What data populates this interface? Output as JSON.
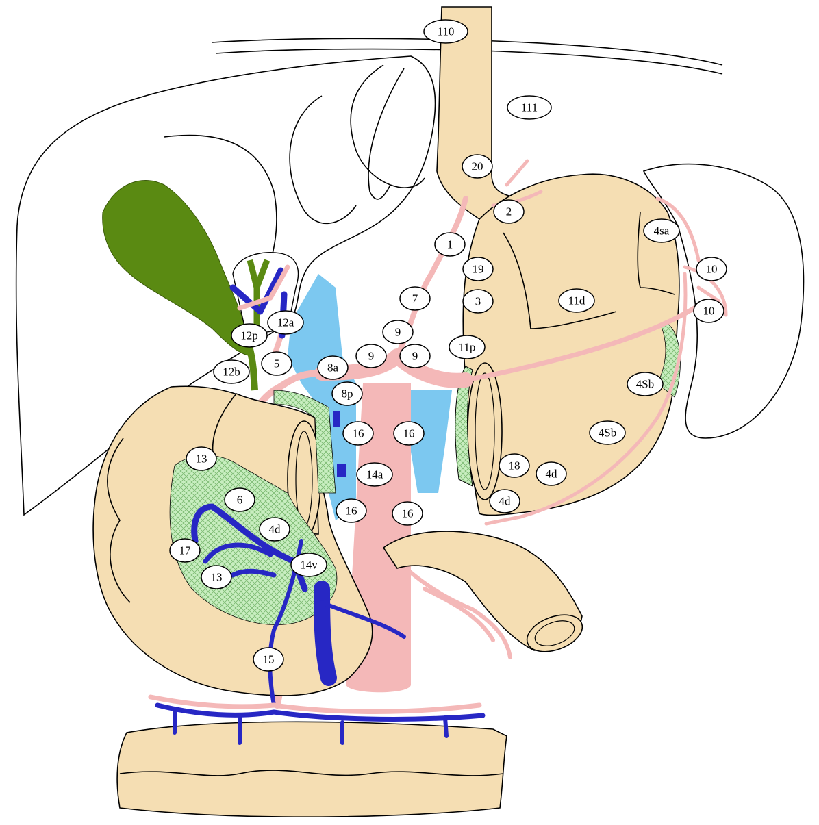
{
  "colors": {
    "organ": "#f5deb3",
    "gallbladder": "#5a8a12",
    "artery": "#f4b8b8",
    "vein": "#2727c4",
    "portal_area": "#7cc8f0",
    "pancreas_hatch": "#c8eec0",
    "outline": "#000000",
    "label_fill": "#ffffff"
  },
  "stations": [
    {
      "id": "110",
      "label": "110"
    },
    {
      "id": "111",
      "label": "111"
    },
    {
      "id": "20",
      "label": "20"
    },
    {
      "id": "2",
      "label": "2"
    },
    {
      "id": "1",
      "label": "1"
    },
    {
      "id": "19",
      "label": "19"
    },
    {
      "id": "7",
      "label": "7"
    },
    {
      "id": "3",
      "label": "3"
    },
    {
      "id": "4sa",
      "label": "4sa"
    },
    {
      "id": "10a",
      "label": "10"
    },
    {
      "id": "10b",
      "label": "10"
    },
    {
      "id": "11d",
      "label": "11d"
    },
    {
      "id": "9a",
      "label": "9"
    },
    {
      "id": "9b",
      "label": "9"
    },
    {
      "id": "9c",
      "label": "9"
    },
    {
      "id": "11p",
      "label": "11p"
    },
    {
      "id": "12a",
      "label": "12a"
    },
    {
      "id": "12p",
      "label": "12p"
    },
    {
      "id": "12b",
      "label": "12b"
    },
    {
      "id": "5",
      "label": "5"
    },
    {
      "id": "8a",
      "label": "8a"
    },
    {
      "id": "8p",
      "label": "8p"
    },
    {
      "id": "4Sb1",
      "label": "4Sb"
    },
    {
      "id": "4Sb2",
      "label": "4Sb"
    },
    {
      "id": "16a",
      "label": "16"
    },
    {
      "id": "16b",
      "label": "16"
    },
    {
      "id": "16c",
      "label": "16"
    },
    {
      "id": "16d",
      "label": "16"
    },
    {
      "id": "14a",
      "label": "14a"
    },
    {
      "id": "13a",
      "label": "13"
    },
    {
      "id": "13b",
      "label": "13"
    },
    {
      "id": "18",
      "label": "18"
    },
    {
      "id": "4d1",
      "label": "4d"
    },
    {
      "id": "4d2",
      "label": "4d"
    },
    {
      "id": "4d3",
      "label": "4d"
    },
    {
      "id": "6",
      "label": "6"
    },
    {
      "id": "17",
      "label": "17"
    },
    {
      "id": "14v",
      "label": "14v"
    },
    {
      "id": "15",
      "label": "15"
    }
  ]
}
